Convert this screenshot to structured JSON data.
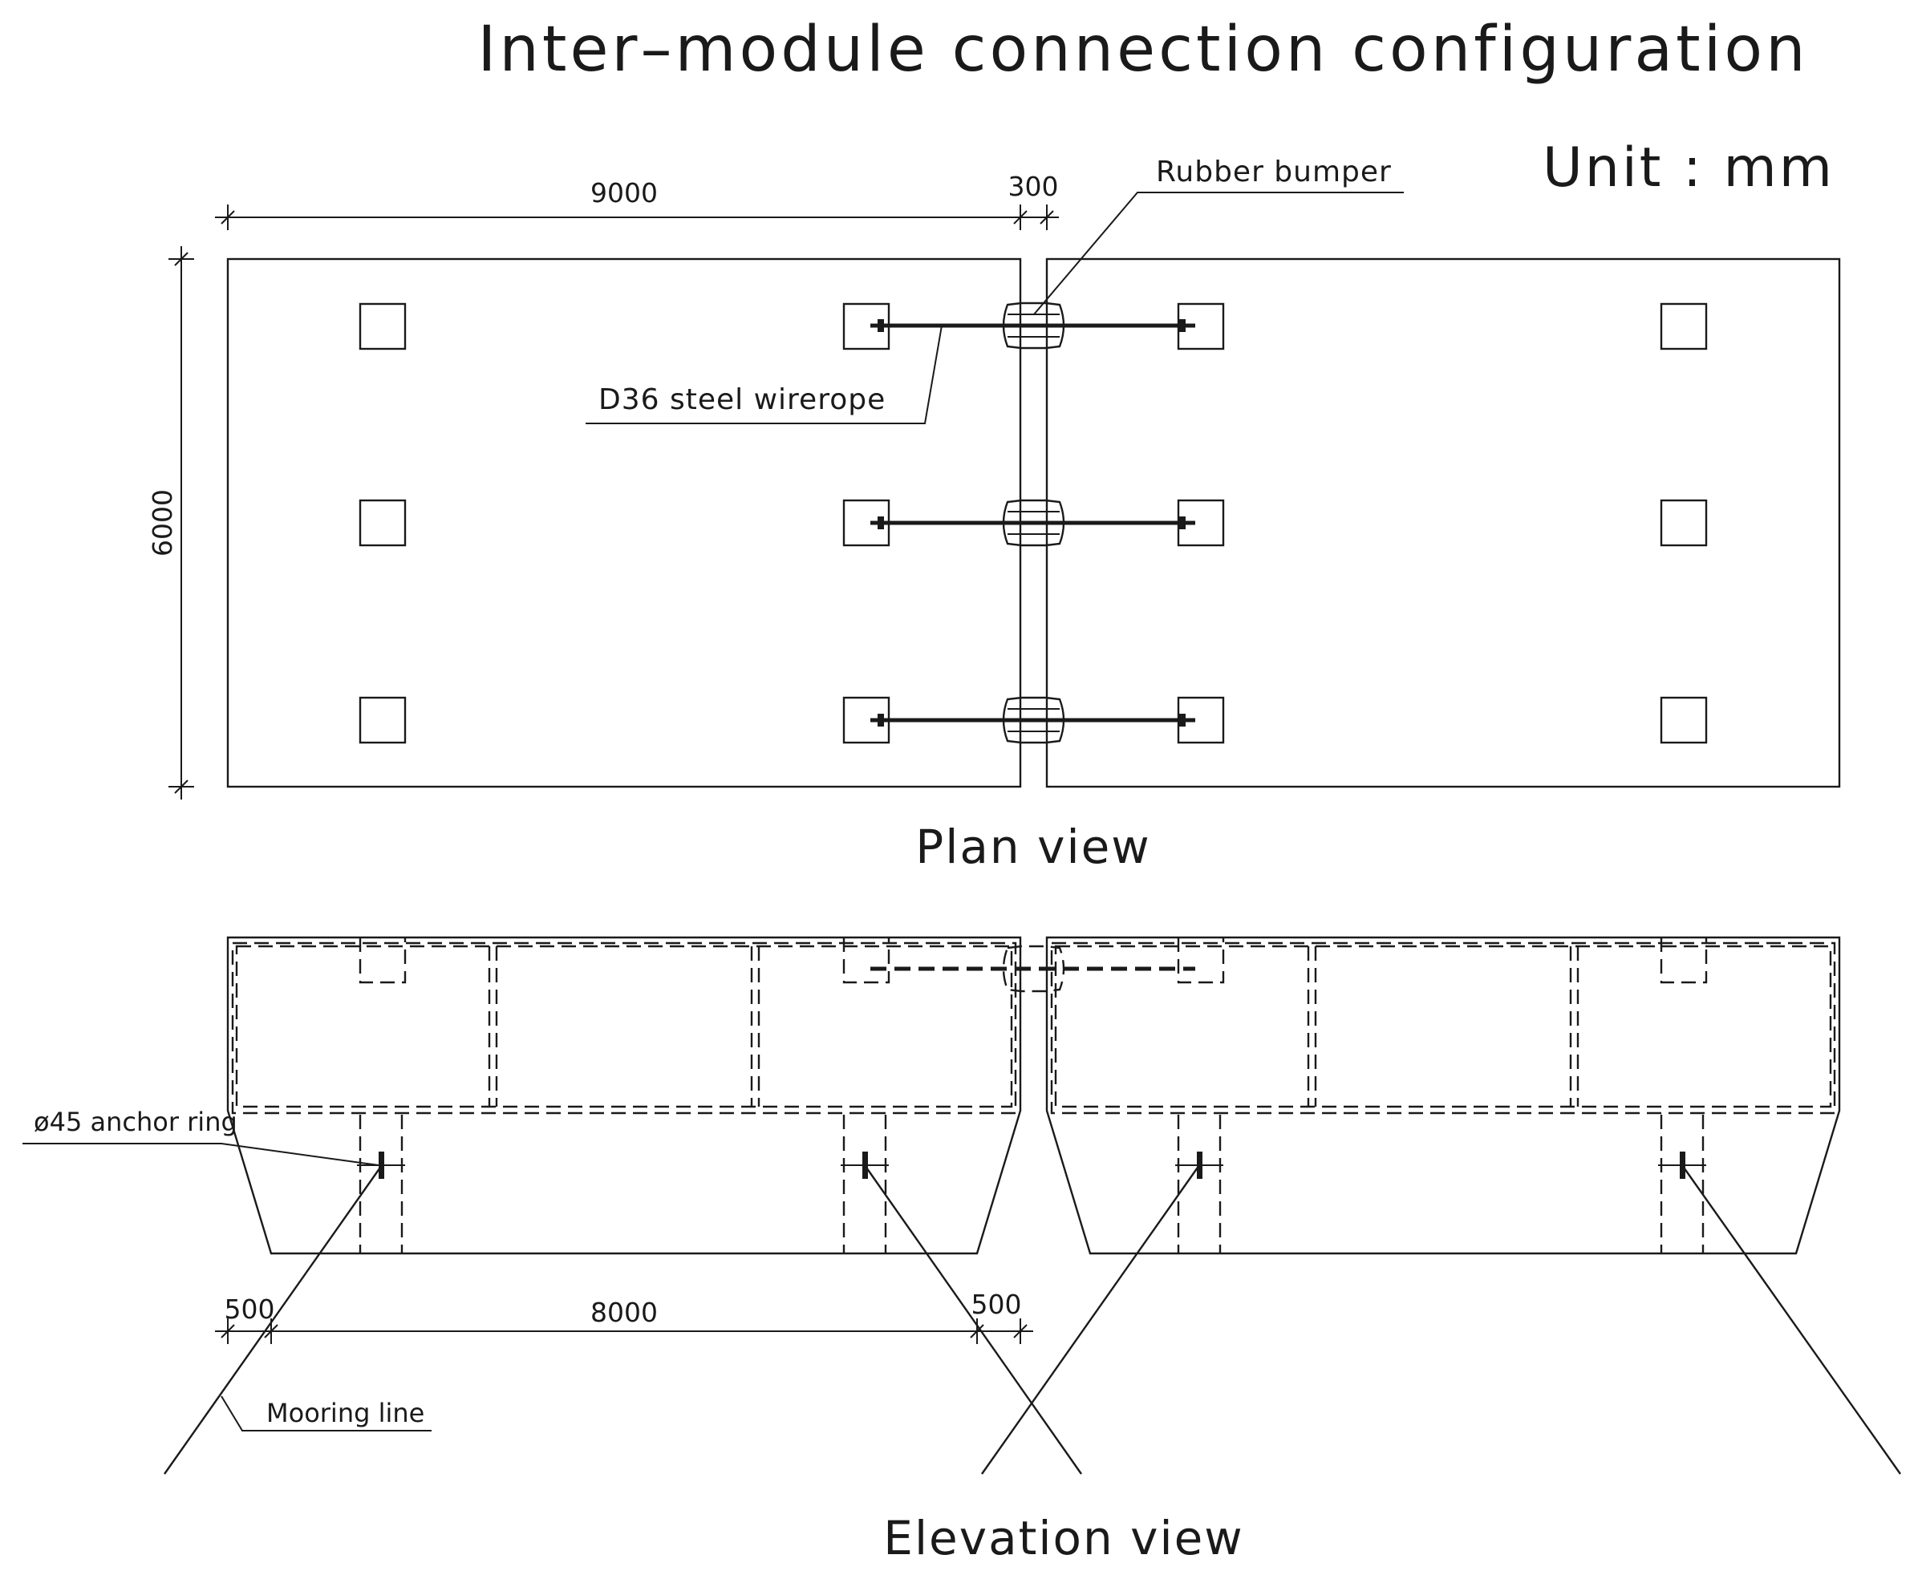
{
  "title": "Inter–module connection configuration",
  "unit": "Unit : mm",
  "labels": {
    "rubber_bumper": "Rubber bumper",
    "wirerope": "D36 steel wirerope",
    "anchor_ring": "ø45 anchor ring",
    "mooring_line": "Mooring line"
  },
  "views": {
    "plan": "Plan view",
    "elevation": "Elevation view"
  },
  "dimensions": {
    "module_length": "9000",
    "gap": "300",
    "module_width": "6000",
    "edge_left": "500",
    "anchor_spacing": "8000",
    "edge_right": "500"
  }
}
